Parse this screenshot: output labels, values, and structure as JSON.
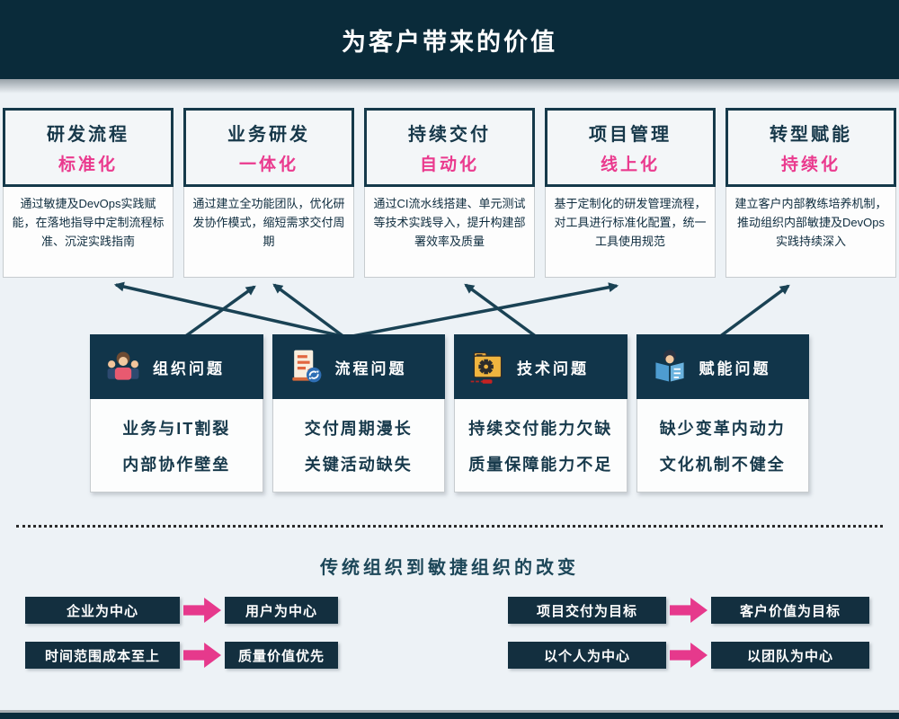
{
  "header": {
    "title": "为客户带来的价值"
  },
  "value_boxes": [
    {
      "title": "研发流程",
      "subtitle": "标准化",
      "description": "通过敏捷及DevOps实践赋能，在落地指导中定制流程标准、沉淀实践指南"
    },
    {
      "title": "业务研发",
      "subtitle": "一体化",
      "description": "通过建立全功能团队，优化研发协作模式，缩短需求交付周期"
    },
    {
      "title": "持续交付",
      "subtitle": "自动化",
      "description": "通过CI流水线搭建、单元测试等技术实践导入，提升构建部署效率及质量"
    },
    {
      "title": "项目管理",
      "subtitle": "线上化",
      "description": "基于定制化的研发管理流程，对工具进行标准化配置，统一工具使用规范"
    },
    {
      "title": "转型赋能",
      "subtitle": "持续化",
      "description": "建立客户内部教练培养机制，推动组织内部敏捷及DevOps实践持续深入"
    }
  ],
  "problem_boxes": [
    {
      "label": "组织问题",
      "icon": "people-group-icon",
      "lines": [
        "业务与IT割裂",
        "内部协作壁垒"
      ]
    },
    {
      "label": "流程问题",
      "icon": "document-process-icon",
      "lines": [
        "交付周期漫长",
        "关键活动缺失"
      ]
    },
    {
      "label": "技术问题",
      "icon": "folder-gear-icon",
      "lines": [
        "持续交付能力欠缺",
        "质量保障能力不足"
      ]
    },
    {
      "label": "赋能问题",
      "icon": "person-book-icon",
      "lines": [
        "缺少变革内动力",
        "文化机制不健全"
      ]
    }
  ],
  "transition": {
    "title": "传统组织到敏捷组织的改变",
    "pairs": [
      {
        "from": "企业为中心",
        "to": "用户为中心"
      },
      {
        "from": "时间范围成本至上",
        "to": "质量价值优先"
      },
      {
        "from": "项目交付为目标",
        "to": "客户价值为目标"
      },
      {
        "from": "以个人为中心",
        "to": "以团队为中心"
      }
    ]
  },
  "colors": {
    "dark_teal": "#0a2b3a",
    "panel_teal": "#11354a",
    "accent_pink": "#ea3a8e",
    "arrow_teal": "#1a4254",
    "background": "#edf2f6"
  }
}
